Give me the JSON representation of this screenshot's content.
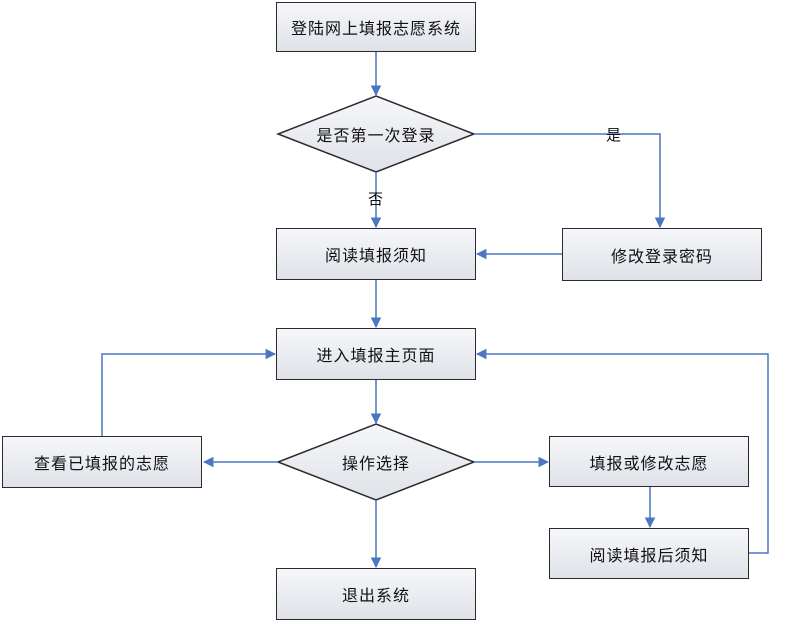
{
  "nodes": {
    "login": "登陆网上填报志愿系统",
    "first_login": "是否第一次登录",
    "change_password": "修改登录密码",
    "read_notice": "阅读填报须知",
    "main_page": "进入填报主页面",
    "operation": "操作选择",
    "view_filled": "查看已填报的志愿",
    "fill_modify": "填报或修改志愿",
    "read_after_notice": "阅读填报后须知",
    "exit": "退出系统"
  },
  "edge_labels": {
    "yes": "是",
    "no": "否"
  },
  "colors": {
    "arrow": "#4a76c2",
    "border": "#2b2b2b",
    "fill_top": "#f6f7fa",
    "fill_bottom": "#dfe2e8"
  }
}
